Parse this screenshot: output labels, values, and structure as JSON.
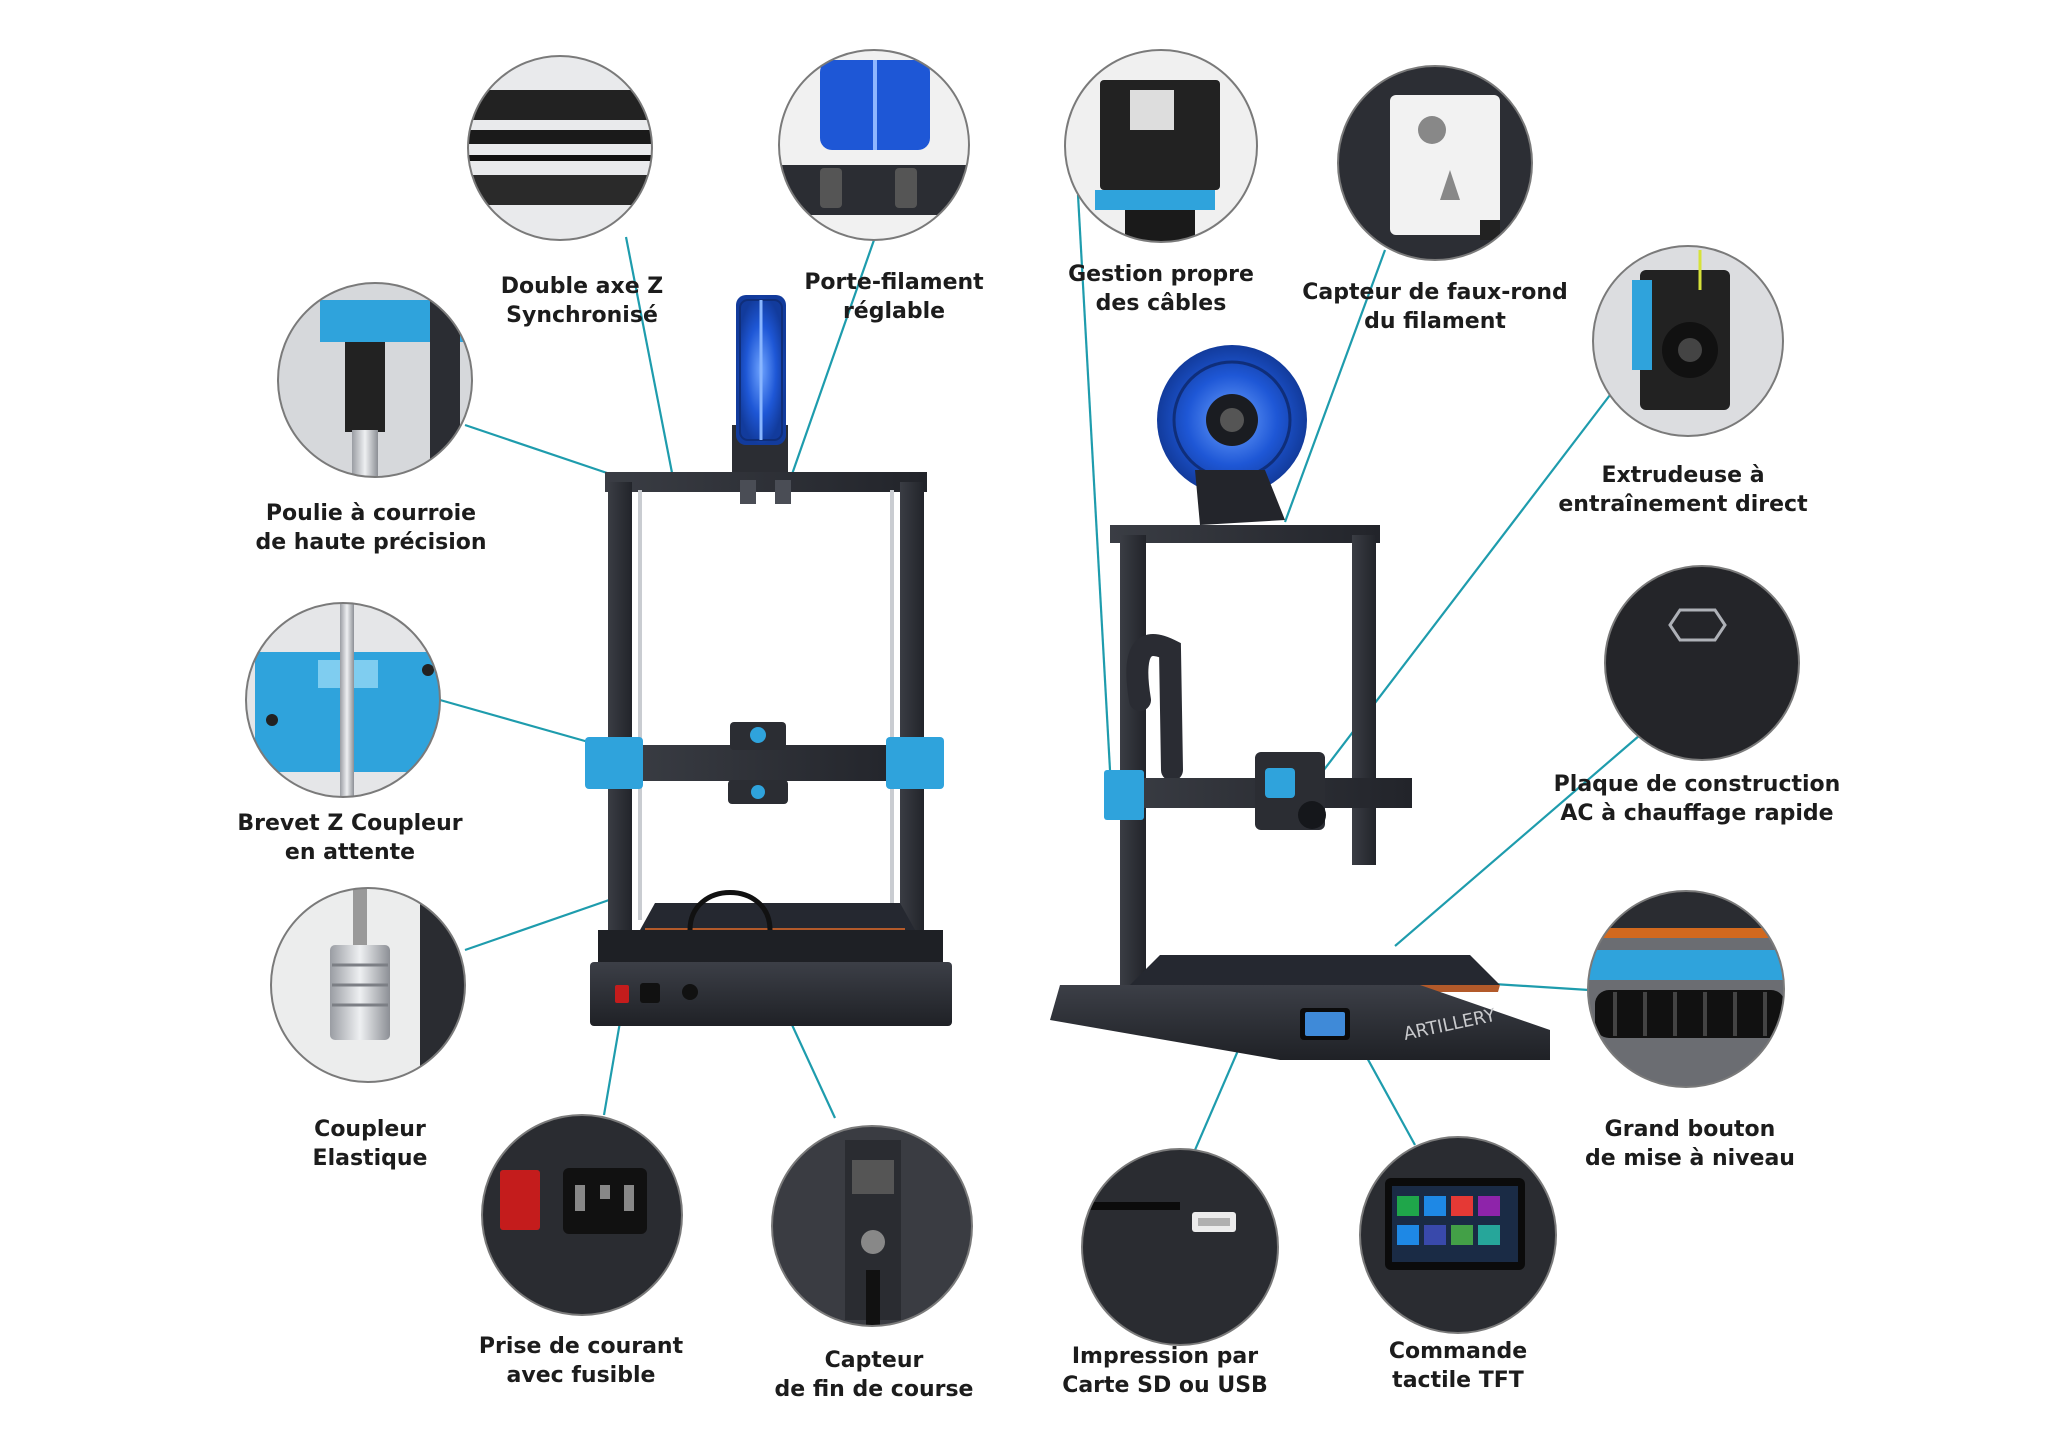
{
  "colors": {
    "leader_line": "#1e9cad",
    "frame": "#2b2d33",
    "accent_blue": "#2fa3dc",
    "filament": "#1e57d6",
    "circle_border": "#7a7a7a"
  },
  "labels": {
    "double_z": [
      "Double axe Z",
      "Synchronisé"
    ],
    "porte_fil": [
      "Porte-filament",
      "réglable"
    ],
    "poulie": [
      "Poulie à courroie",
      "de haute précision"
    ],
    "brevet": [
      "Brevet Z Coupleur",
      "en attente"
    ],
    "coupleur": [
      "Coupleur",
      "Elastique"
    ],
    "prise": [
      "Prise de courant",
      "avec fusible"
    ],
    "capteur_fin": [
      "Capteur",
      "de fin de course"
    ],
    "gestion": [
      "Gestion propre",
      "des câbles"
    ],
    "faux_rond": [
      "Capteur de faux-rond",
      "du filament"
    ],
    "extrudeuse": [
      "Extrudeuse à",
      "entraînement direct"
    ],
    "plaque": [
      "Plaque de construction",
      "AC à chauffage rapide"
    ],
    "grand_bouton": [
      "Grand bouton",
      "de mise à niveau"
    ],
    "impression": [
      "Impression par",
      "Carte SD ou USB"
    ],
    "commande": [
      "Commande",
      "tactile TFT"
    ]
  },
  "printer_brand": "ARTILLERY",
  "icons": [
    "circle-detail",
    "power-switch-icon",
    "power-socket-icon",
    "usb-port-icon",
    "sd-slot-icon",
    "touchscreen-icon",
    "filament-spool-icon"
  ]
}
